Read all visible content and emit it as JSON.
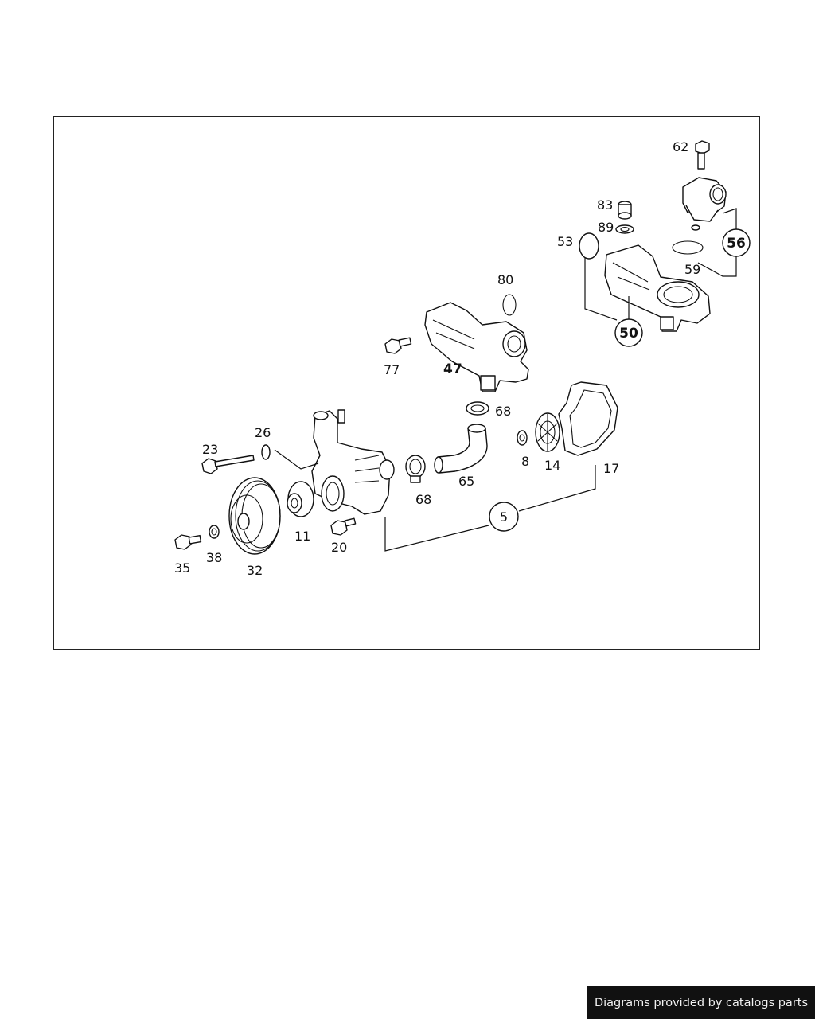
{
  "callouts": {
    "c62": "62",
    "c83": "83",
    "c89": "89",
    "c53": "53",
    "c56": "56",
    "c59": "59",
    "c50": "50",
    "c80": "80",
    "c77": "77",
    "c47": "47",
    "c68a": "68",
    "c68b": "68",
    "c65": "65",
    "c8": "8",
    "c14": "14",
    "c17": "17",
    "c23": "23",
    "c26": "26",
    "c11": "11",
    "c20": "20",
    "c5": "5",
    "c35": "35",
    "c38": "38",
    "c32": "32"
  },
  "footer": {
    "credit": "Diagrams provided by catalogs parts"
  },
  "colors": {
    "line": "#111111",
    "banner_bg": "#111111",
    "banner_text": "#f2f2f2",
    "page_bg": "#ffffff"
  }
}
